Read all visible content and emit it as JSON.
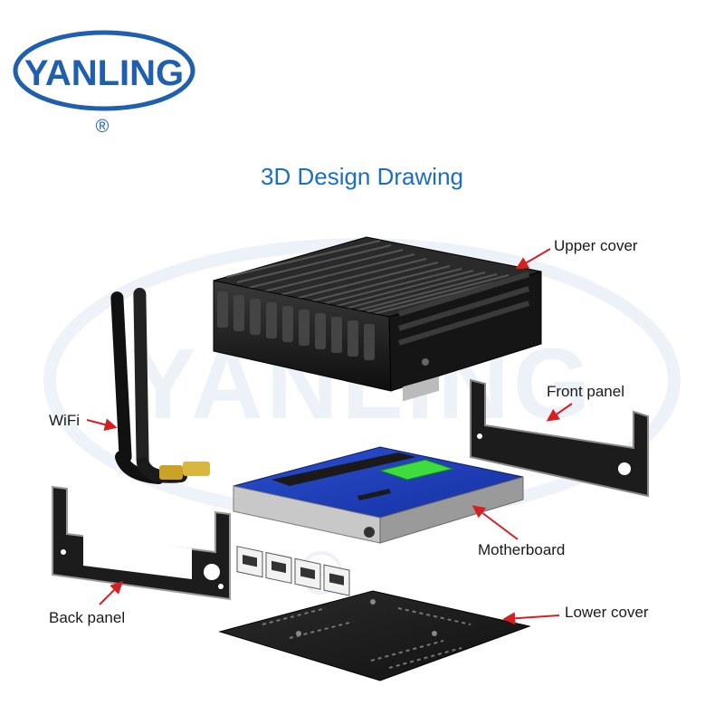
{
  "brand": {
    "logo_text": "YANLING",
    "registered_mark": "®",
    "watermark_text": "YANLING",
    "color": "#1f5fae"
  },
  "title": "3D Design Drawing",
  "labels": {
    "upper_cover": "Upper cover",
    "front_panel": "Front panel",
    "wifi": "WiFi",
    "motherboard": "Motherboard",
    "back_panel": "Back panel",
    "lower_cover": "Lower cover"
  },
  "colors": {
    "title": "#1a6fc0",
    "arrow": "#d42020",
    "metal": "#1c1c1c",
    "pcb": "#1f3fb8",
    "antenna_connector": "#c9a227"
  }
}
